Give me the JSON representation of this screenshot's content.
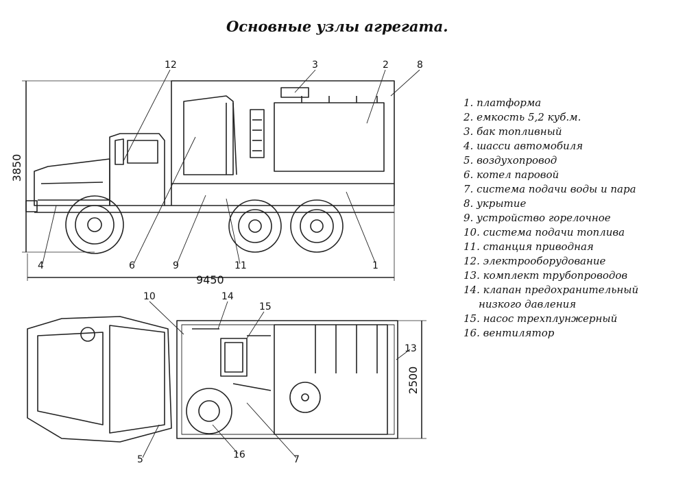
{
  "title": "Основные узлы агрегата.",
  "dimensions": {
    "height": "3850",
    "length": "9450",
    "width": "2500"
  },
  "side_callouts": [
    "12",
    "3",
    "2",
    "8",
    "4",
    "6",
    "9",
    "11",
    "1"
  ],
  "top_callouts": [
    "10",
    "14",
    "15",
    "13",
    "5",
    "16",
    "7"
  ],
  "legend": [
    "1. платформа",
    "2. емкость  5,2 куб.м.",
    "3. бак топливный",
    "4. шасси автомобиля",
    "5. воздухопровод",
    "6. котел паровой",
    "7. система подачи воды и пара",
    "8. укрытие",
    "9. устройство горелочное",
    "10. система подачи топлива",
    "11. станция приводная",
    "12. электрооборудование",
    "13. комплект трубопроводов",
    "14. клапан предохранительный",
    "низкого давления",
    "15. насос трехплунжерный",
    "16. вентилятор"
  ]
}
